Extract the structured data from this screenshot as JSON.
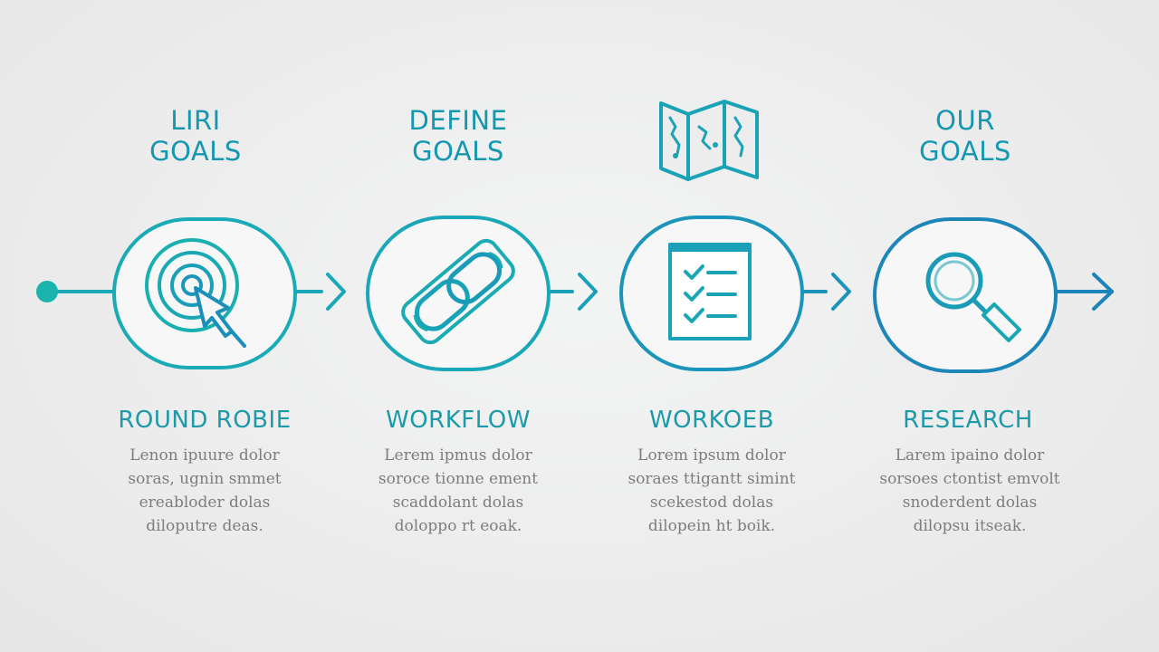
{
  "steps": [
    {
      "heading": "LIRI\nGOALS",
      "title": "ROUND ROBIE",
      "description": "Lenon ipuure dolor\nsoras, ugnin smmet\nereabloder dolas\ndiloputre deas.",
      "icon": "target-cursor-icon"
    },
    {
      "heading": "DEFINE\nGOALS",
      "title": "WORKFLOW",
      "description": "Lerem ipmus dolor\nsoroce tionne ement\nscaddolant dolas\ndoloppo rt eoak.",
      "icon": "chain-link-icon"
    },
    {
      "heading": "",
      "heading_icon": "folded-map-icon",
      "title": "WORKOEB",
      "description": "Lorem ipsum dolor\nsoraes ttigantt simint\nscekestod dolas\ndilopein ht boik.",
      "icon": "checklist-icon"
    },
    {
      "heading": "OUR\nGOALS",
      "title": "RESEARCH",
      "description": "Larem ipaino dolor\nsorsoes ctontist emvolt\nsnoderdent dolas\ndilopsu itseak.",
      "icon": "magnifier-icon"
    }
  ],
  "colors": {
    "teal": "#1aa7b8",
    "blue": "#1c86b8",
    "heading": "#1697b0",
    "body_text": "#7d7d7d",
    "circle_fill": "#f7f7f7"
  }
}
